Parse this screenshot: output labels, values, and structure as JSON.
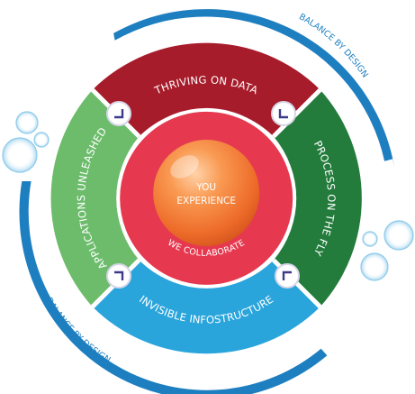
{
  "outer_ring": {
    "top_label": "BALANCE BY DESIGN",
    "bottom_label": "BALANCE BY DESIGN",
    "color": "#1e7fc0"
  },
  "segments": {
    "top": {
      "label": "THRIVING ON DATA",
      "color": "#a71c2b"
    },
    "right": {
      "label": "PROCESS ON THE FLY",
      "color": "#237c3c"
    },
    "bottom": {
      "label": "INVISIBLE INFOSTRUCTURE",
      "color": "#2aa5dc"
    },
    "left": {
      "label": "APPLICATIONS UNLEASHED",
      "color": "#6cbc6c"
    }
  },
  "inner_ring": {
    "label": "WE COLLABORATE",
    "color": "#e63950"
  },
  "center": {
    "line1": "YOU",
    "line2": "EXPERIENCE",
    "color": "#f07a3a"
  },
  "corner_markers": {
    "icon": "corner-bracket-icon",
    "color": "#3d3a8c"
  },
  "bubbles": {
    "color": "#bfe2f3"
  }
}
